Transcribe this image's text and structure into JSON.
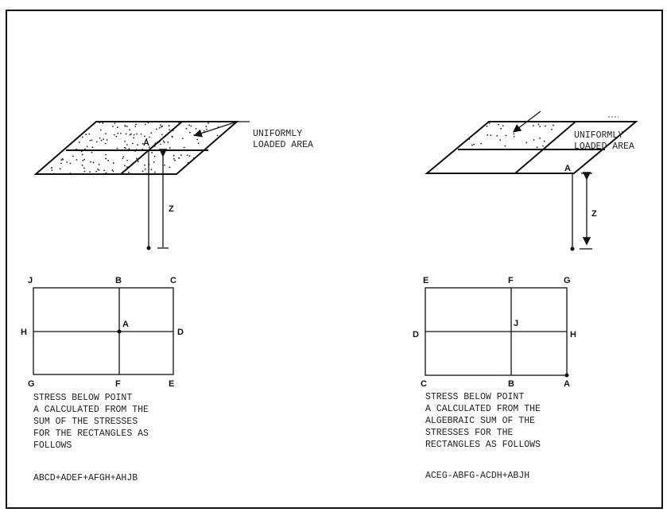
{
  "left": {
    "callout": [
      "UNIFORMLY",
      "LOADED AREA"
    ],
    "point_label": "A",
    "depth_label": "Z",
    "corners": {
      "J": "J",
      "B": "B",
      "C": "C",
      "H": "H",
      "A": "A",
      "D": "D",
      "G": "G",
      "F": "F",
      "E": "E"
    },
    "description": [
      "STRESS BELOW POINT",
      "A  CALCULATED FROM THE",
      "SUM OF THE STRESSES",
      "FOR THE RECTANGLES AS",
      "FOLLOWS"
    ],
    "formula": "ABCD+ADEF+AFGH+AHJB"
  },
  "right": {
    "callout": [
      "UNIFORMLY",
      "LOADED AREA"
    ],
    "point_label": "A",
    "depth_label": "Z",
    "corners": {
      "E": "E",
      "F": "F",
      "G": "G",
      "D": "D",
      "J": "J",
      "H": "H",
      "C": "C",
      "B": "B",
      "A": "A"
    },
    "description": [
      "STRESS BELOW POINT",
      "A  CALCULATED FROM THE",
      "ALGEBRAIC SUM OF THE",
      "STRESSES FOR THE",
      "RECTANGLES AS FOLLOWS"
    ],
    "formula": "ACEG-ABFG-ACDH+ABJH"
  }
}
